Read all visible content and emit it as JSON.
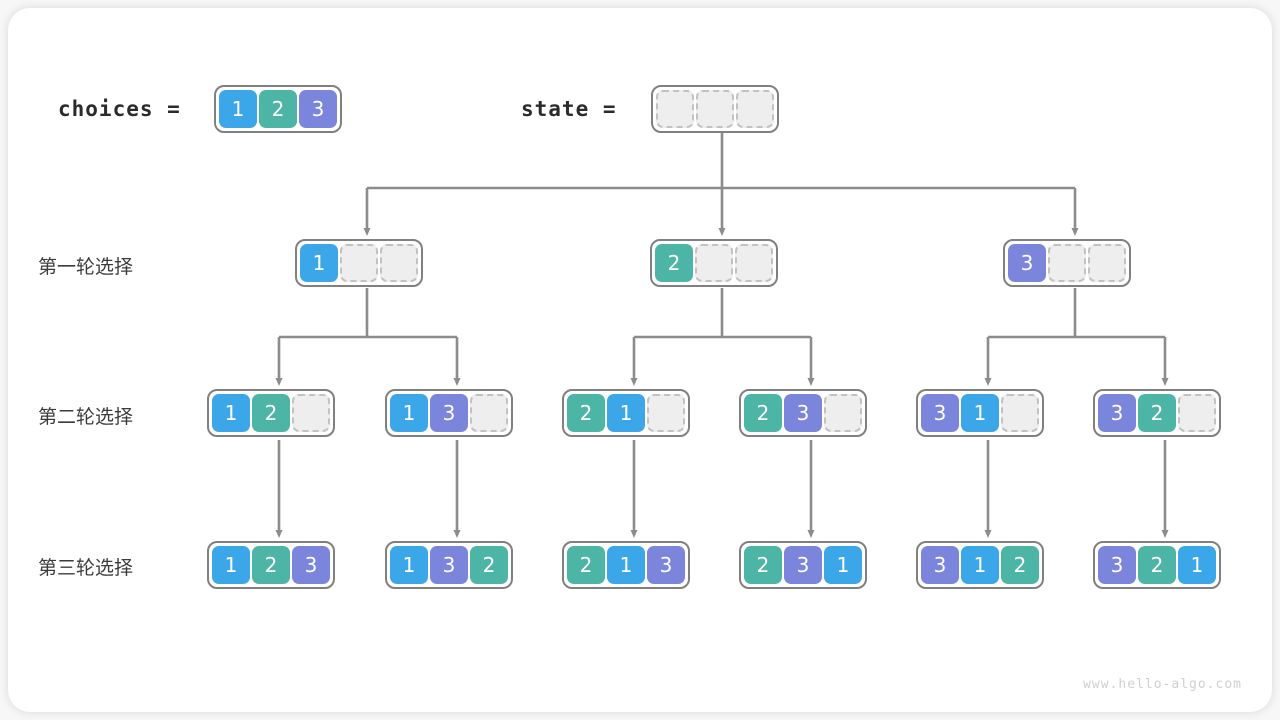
{
  "page": {
    "background": "#f7f7f7",
    "card_background": "#ffffff",
    "watermark": "www.hello-algo.com"
  },
  "palette": {
    "blue": "#3ba7e8",
    "teal": "#4cb5a5",
    "purple": "#7b85dc",
    "empty_fill": "#eeeeee",
    "empty_border": "#c2c2c2",
    "group_border": "#808080",
    "line": "#8c8c8c",
    "text": "#3c3c3c"
  },
  "header": {
    "choices_label": "choices =",
    "choices_values": [
      {
        "value": "1",
        "color": "blue"
      },
      {
        "value": "2",
        "color": "teal"
      },
      {
        "value": "3",
        "color": "purple"
      }
    ],
    "state_label": "state =",
    "state_values": [
      {
        "value": "",
        "color": "empty"
      },
      {
        "value": "",
        "color": "empty"
      },
      {
        "value": "",
        "color": "empty"
      }
    ]
  },
  "rows": [
    {
      "label": "第一轮选择",
      "nodes": [
        {
          "cells": [
            {
              "value": "1",
              "color": "blue"
            },
            {
              "value": "",
              "color": "empty"
            },
            {
              "value": "",
              "color": "empty"
            }
          ]
        },
        {
          "cells": [
            {
              "value": "2",
              "color": "teal"
            },
            {
              "value": "",
              "color": "empty"
            },
            {
              "value": "",
              "color": "empty"
            }
          ]
        },
        {
          "cells": [
            {
              "value": "3",
              "color": "purple"
            },
            {
              "value": "",
              "color": "empty"
            },
            {
              "value": "",
              "color": "empty"
            }
          ]
        }
      ]
    },
    {
      "label": "第二轮选择",
      "nodes": [
        {
          "cells": [
            {
              "value": "1",
              "color": "blue"
            },
            {
              "value": "2",
              "color": "teal"
            },
            {
              "value": "",
              "color": "empty"
            }
          ]
        },
        {
          "cells": [
            {
              "value": "1",
              "color": "blue"
            },
            {
              "value": "3",
              "color": "purple"
            },
            {
              "value": "",
              "color": "empty"
            }
          ]
        },
        {
          "cells": [
            {
              "value": "2",
              "color": "teal"
            },
            {
              "value": "1",
              "color": "blue"
            },
            {
              "value": "",
              "color": "empty"
            }
          ]
        },
        {
          "cells": [
            {
              "value": "2",
              "color": "teal"
            },
            {
              "value": "3",
              "color": "purple"
            },
            {
              "value": "",
              "color": "empty"
            }
          ]
        },
        {
          "cells": [
            {
              "value": "3",
              "color": "purple"
            },
            {
              "value": "1",
              "color": "blue"
            },
            {
              "value": "",
              "color": "empty"
            }
          ]
        },
        {
          "cells": [
            {
              "value": "3",
              "color": "purple"
            },
            {
              "value": "2",
              "color": "teal"
            },
            {
              "value": "",
              "color": "empty"
            }
          ]
        }
      ]
    },
    {
      "label": "第三轮选择",
      "nodes": [
        {
          "cells": [
            {
              "value": "1",
              "color": "blue"
            },
            {
              "value": "2",
              "color": "teal"
            },
            {
              "value": "3",
              "color": "purple"
            }
          ]
        },
        {
          "cells": [
            {
              "value": "1",
              "color": "blue"
            },
            {
              "value": "3",
              "color": "purple"
            },
            {
              "value": "2",
              "color": "teal"
            }
          ]
        },
        {
          "cells": [
            {
              "value": "2",
              "color": "teal"
            },
            {
              "value": "1",
              "color": "blue"
            },
            {
              "value": "3",
              "color": "purple"
            }
          ]
        },
        {
          "cells": [
            {
              "value": "2",
              "color": "teal"
            },
            {
              "value": "3",
              "color": "purple"
            },
            {
              "value": "1",
              "color": "blue"
            }
          ]
        },
        {
          "cells": [
            {
              "value": "3",
              "color": "purple"
            },
            {
              "value": "1",
              "color": "blue"
            },
            {
              "value": "2",
              "color": "teal"
            }
          ]
        },
        {
          "cells": [
            {
              "value": "3",
              "color": "purple"
            },
            {
              "value": "2",
              "color": "teal"
            },
            {
              "value": "1",
              "color": "blue"
            }
          ]
        }
      ]
    }
  ]
}
